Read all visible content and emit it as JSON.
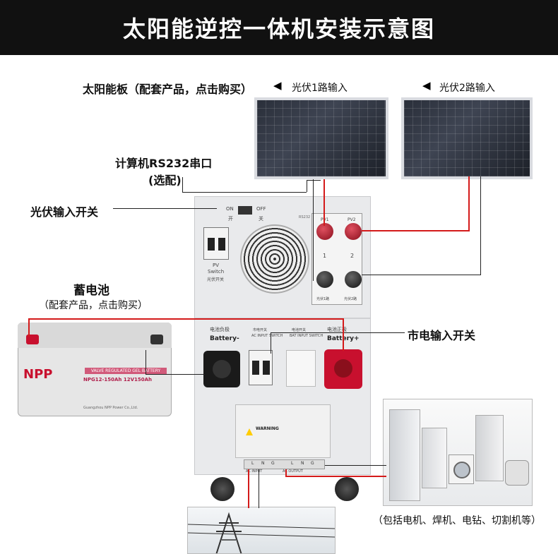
{
  "header": {
    "title": "太阳能逆控一体机安装示意图"
  },
  "labels": {
    "solar_panel": "太阳能板（配套产品，点击购买）",
    "pv_input_1": "光伏1路输入",
    "pv_input_2": "光伏2路输入",
    "rs232": "计算机RS232串口",
    "rs232_note": "(选配)",
    "pv_switch": "光伏输入开关",
    "battery": "蓄电池",
    "battery_note": "（配套产品，点击购买）",
    "mains_switch": "市电输入开关",
    "appliances_note": "（包括电机、焊机、电钻、切割机等）"
  },
  "device": {
    "on": "ON",
    "off": "OFF",
    "on_cn": "开",
    "off_cn": "关",
    "pv_switch_en": "PV",
    "pv_switch_en2": "Switch",
    "pv_switch_cn": "光伏开关",
    "rs232_tag": "RS232",
    "pv1_tag": "PV1",
    "pv2_tag": "PV2",
    "pv1_num": "1",
    "pv2_num": "2",
    "neg_tag": "光伏1路",
    "neg_tag2": "光伏2路",
    "battery_neg_cn": "电池负极",
    "battery_neg_en": "Battery-",
    "battery_pos_cn": "电池正极",
    "battery_pos_en": "Battery+",
    "mains_switch_cn": "市电开关",
    "mains_switch_en": "AC INPUT SWITCH",
    "bat_switch_cn": "电池开关",
    "bat_switch_en": "BAT INPUT SWITCH",
    "warning": "WARNING",
    "ac_input": "AC INPUT",
    "ac_output": "AC OUTPUT",
    "term_l": "L",
    "term_n": "N",
    "term_g": "G"
  },
  "battery": {
    "brand": "NPP",
    "type": "VALVE REGULATED GEL BATTERY",
    "model": "NPG12-150Ah 12V150Ah",
    "maker": "Guangzhou NPP Power Co.,Ltd."
  },
  "colors": {
    "banner": "#111111",
    "wire_red": "#d41a1a",
    "wire_black": "#222222",
    "pos_terminal": "#c8102e"
  }
}
